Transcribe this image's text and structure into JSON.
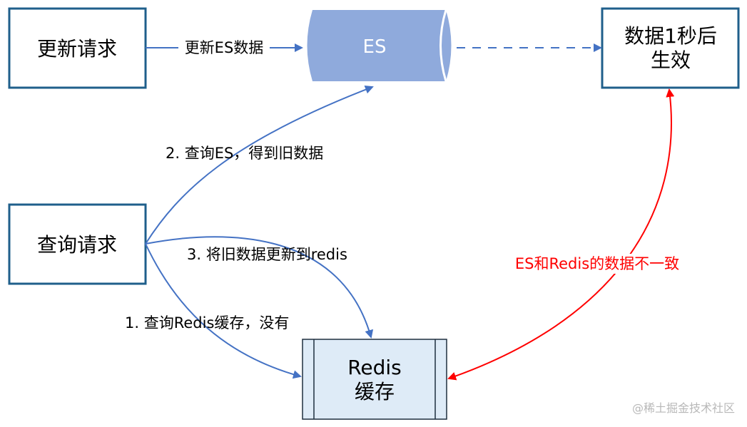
{
  "nodes": {
    "update_request": "更新请求",
    "query_request": "查询请求",
    "es": "ES",
    "effective_line1": "数据1秒后",
    "effective_line2": "生效",
    "redis_line1": "Redis",
    "redis_line2": "缓存"
  },
  "edges": {
    "update_es": "更新ES数据",
    "query_es": "2. 查询ES，得到旧数据",
    "update_redis": "3. 将旧数据更新到redis",
    "query_redis": "1. 查询Redis缓存，没有",
    "inconsistent": "ES和Redis的数据不一致"
  },
  "watermark": "@稀土掘金技术社区",
  "colors": {
    "box_border": "#1f5f8b",
    "arrow_blue": "#4472c4",
    "arrow_red": "#ff0000",
    "es_fill": "#8faadc",
    "redis_fill": "#deebf7"
  }
}
